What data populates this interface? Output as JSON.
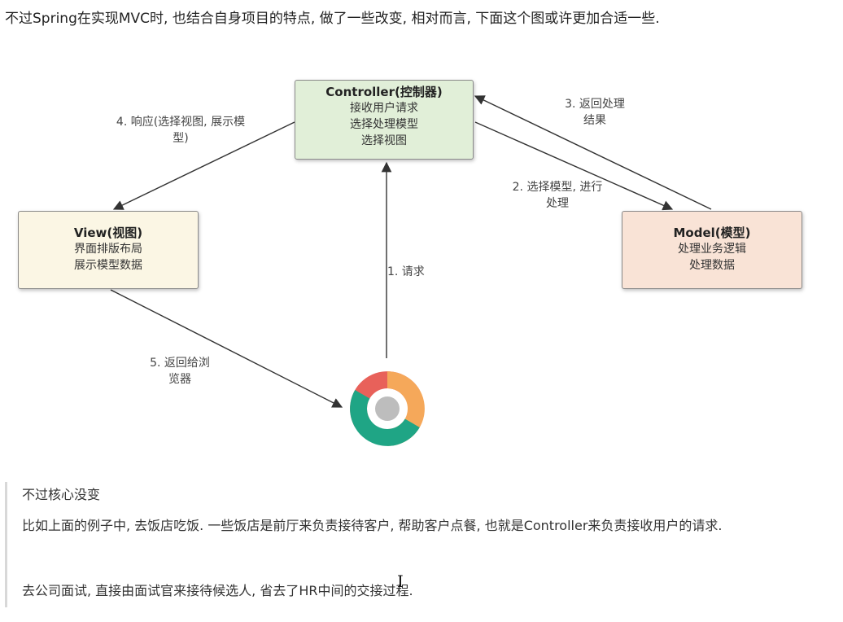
{
  "intro": "不过Spring在实现MVC时, 也结合自身项目的特点, 做了一些改变, 相对而言, 下面这个图或许更加合适一些.",
  "diagram": {
    "controller": {
      "title": "Controller(控制器)",
      "lines": [
        "接收用户请求",
        "选择处理模型",
        "选择视图"
      ]
    },
    "view": {
      "title": "View(视图)",
      "lines": [
        "界面排版布局",
        "展示模型数据"
      ]
    },
    "model": {
      "title": "Model(模型)",
      "lines": [
        "处理业务逻辑",
        "处理数据"
      ]
    },
    "edges": {
      "e1": "1. 请求",
      "e2": [
        "2. 选择模型, 进行",
        "处理"
      ],
      "e3": [
        "3. 返回处理",
        "结果"
      ],
      "e4": [
        "4. 响应(选择视图, 展示模",
        "型)"
      ],
      "e5": [
        "5. 返回给浏",
        "览器"
      ]
    },
    "browser_icon": "chrome-browser-icon",
    "colors": {
      "controller": "#e1efd8",
      "view": "#fbf6e4",
      "model": "#f9e3d6",
      "chrome_red": "#e8615a",
      "chrome_green": "#1fa585",
      "chrome_orange": "#f5a85a",
      "chrome_center": "#bdbdbd"
    }
  },
  "quote": {
    "line1": "不过核心没变",
    "line2": "比如上面的例子中, 去饭店吃饭. 一些饭店是前厅来负责接待客户, 帮助客户点餐, 也就是Controller来负责接收用户的请求.",
    "line3": "去公司面试, 直接由面试官来接待候选人, 省去了HR中间的交接过程."
  },
  "cursor_icon": "text-cursor-icon"
}
